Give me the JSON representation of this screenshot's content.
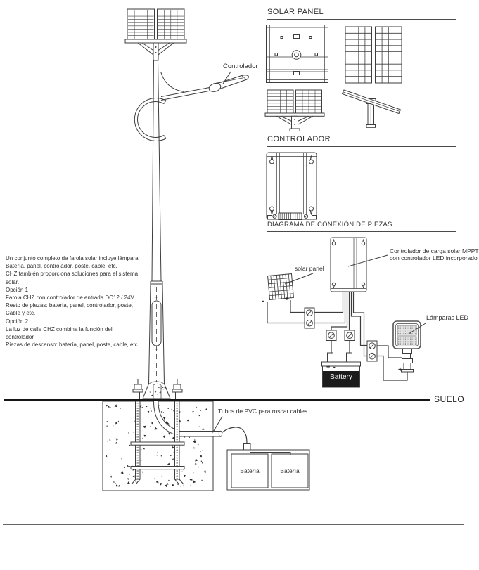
{
  "sections": {
    "solar_panel": "SOLAR PANEL",
    "controller": "CONTROLADOR",
    "connection_diagram": "DIAGRAMA DE CONEXIÓN DE PIEZAS"
  },
  "labels": {
    "controller_pointer": "Controlador",
    "ground": "SUELO",
    "pvc_tubes": "Tubos de PVC para roscar cables",
    "battery_cell_left": "Batería",
    "battery_cell_right": "Batería"
  },
  "description": {
    "lines": [
      "Un conjunto completo de farola solar incluye lámpara,",
      "Batería, panel, controlador, poste, cable, etc.",
      "CHZ también proporciona soluciones para el sistema",
      "solar.",
      "Opción 1",
      "Farola CHZ con controlador de entrada DC12 / 24V",
      "Resto de piezas: batería, panel, controlador, poste,",
      "Cable y etc.",
      "Opción 2",
      "La luz de calle CHZ combina la función del",
      "controlador",
      "Piezas de descanso: batería, panel, poste, cable, etc."
    ]
  },
  "diagram": {
    "solar_panel": "solar panel",
    "mppt_line1": "Controlador de carga solar MPPT",
    "mppt_line2": "con controlador LED incorporado",
    "led_lamps": "Lámparas LED",
    "battery": "Battery",
    "battery_polarity": "+ -",
    "panel_minus": "-",
    "panel_plus": "+",
    "lamp_plus": "+"
  },
  "colors": {
    "line": "#3d3d3d",
    "text": "#333333",
    "battery_black": "#1b1b1b"
  }
}
